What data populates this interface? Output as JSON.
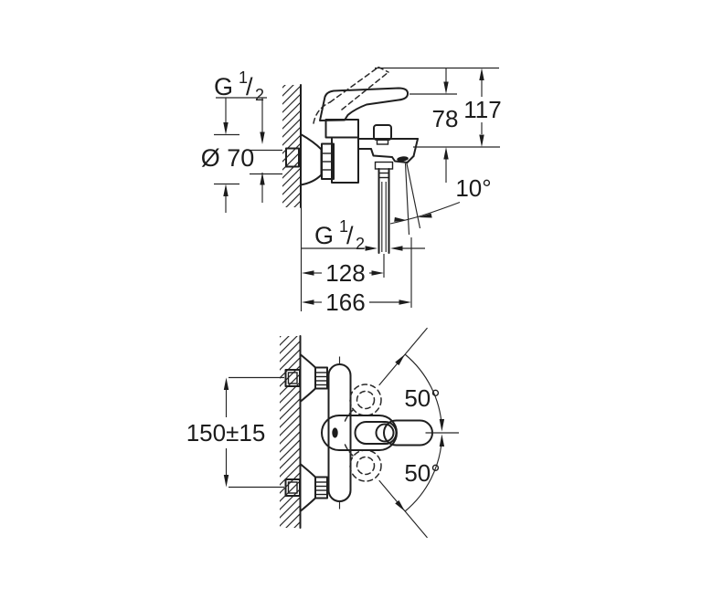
{
  "meta": {
    "drawing_type": "faucet installation dimension drawing",
    "background_color": "#ffffff",
    "line_color": "#1f1f1f"
  },
  "top_view": {
    "g_half_wall": {
      "prefix": "G",
      "sup": "1",
      "slash": "/",
      "sub": "2"
    },
    "escutcheon_diameter": "Ø 70",
    "height_closed": "78",
    "height_open": "117",
    "spout_angle": "10°",
    "g_half_outlet": {
      "prefix": "G",
      "sup": "1",
      "slash": "/",
      "sub": "2"
    },
    "wall_to_outlet": "128",
    "wall_to_spout": "166"
  },
  "bottom_view": {
    "connection_spacing": "150±15",
    "swing_upper": "50°",
    "swing_lower": "50°"
  }
}
